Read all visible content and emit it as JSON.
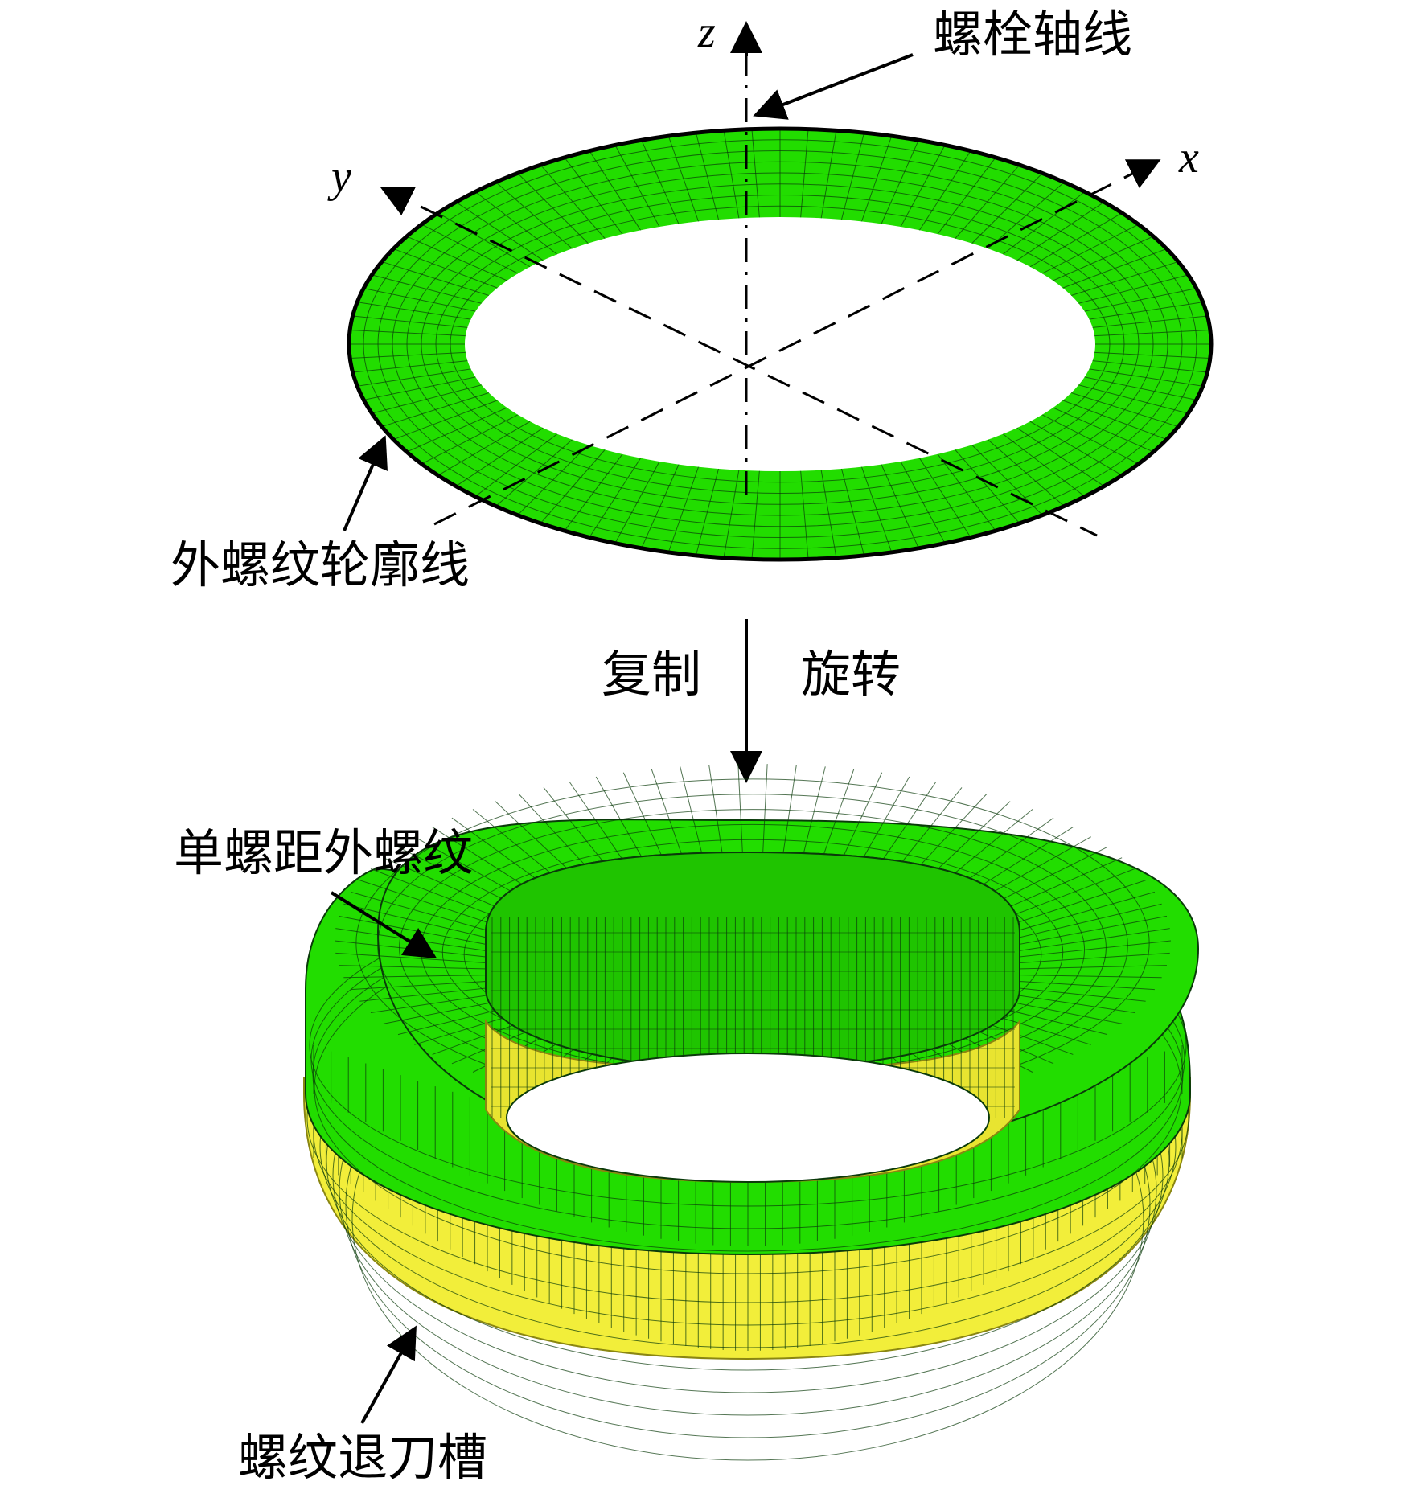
{
  "axes": {
    "z": "z",
    "x": "x",
    "y": "y"
  },
  "labels": {
    "bolt_axis": "螺栓轴线",
    "outer_thread_profile": "外螺纹轮廓线",
    "copy": "复制",
    "rotate": "旋转",
    "single_pitch_thread": "单螺距外螺纹",
    "thread_undercut": "螺纹退刀槽"
  },
  "colors": {
    "mesh_green": "#22dd00",
    "mesh_green_dark": "#14a800",
    "mesh_yellow": "#f2ee3a",
    "mesh_yellow_dark": "#c9c41e",
    "line": "#000000",
    "mesh_line": "#0a3a0a"
  }
}
